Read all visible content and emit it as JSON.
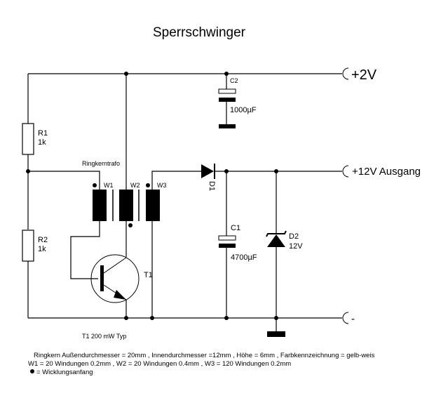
{
  "title": "Sperrschwinger",
  "colors": {
    "ink": "#000000",
    "background": "#ffffff"
  },
  "terminals": {
    "plus2v": "+2V",
    "plus12v": "+12V Ausgang",
    "minus": "-"
  },
  "components": {
    "r1": {
      "name": "R1",
      "value": "1k"
    },
    "r2": {
      "name": "R2",
      "value": "1k"
    },
    "c1": {
      "name": "C1",
      "value": "4700µF"
    },
    "c2": {
      "name": "C2",
      "value": "1000µF"
    },
    "d1": {
      "name": "D1"
    },
    "d2": {
      "name": "D2",
      "value": "12V"
    },
    "t1": {
      "name": "T1",
      "note": "T1 200 mW Typ"
    },
    "transformer": {
      "name": "Ringkerntrafo",
      "windings": [
        "W1",
        "W2",
        "W3"
      ]
    }
  },
  "notes": {
    "line1": "Ringkern  Außendurchmesser = 20mm , Innendurchmesser =12mm , Höhe = 6mm , Farbkennzeichnung = gelb-weis",
    "line2": "W1 = 20 Windungen 0.2mm , W2 = 20 Windungen 0.4mm , W3 = 120 Windungen 0.2mm",
    "legend": "= Wicklungsanfang",
    "legend_icon": "dot-icon"
  }
}
